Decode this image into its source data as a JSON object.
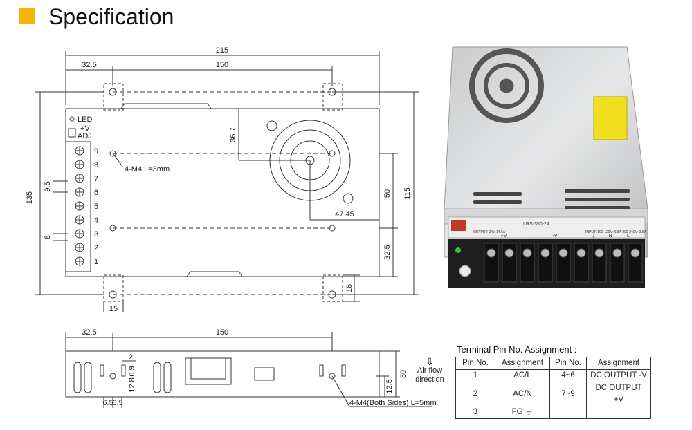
{
  "header": {
    "title": "Specification",
    "accent": "#f5b400"
  },
  "top_view": {
    "dims": {
      "overall_width": "215",
      "mount_offset": "32.5",
      "mount_spacing": "150",
      "height": "135",
      "fan_offset": "36.7",
      "hole_spacing_v": "50",
      "mount_spacing_v": "115",
      "fan_x": "47.45",
      "bottom_offset": "32.5",
      "foot_width": "15",
      "foot_depth": "16",
      "term_pitch": "9.5",
      "term_width": "8"
    },
    "labels": {
      "led": "LED",
      "vplus": "+V",
      "adj": "ADJ.",
      "screw": "4-M4 L=3mm"
    },
    "terminal_numbers": [
      "9",
      "8",
      "7",
      "6",
      "5",
      "4",
      "3",
      "2",
      "1"
    ]
  },
  "side_view": {
    "dims": {
      "mount_offset": "32.5",
      "mount_spacing": "150",
      "slot_w": "2",
      "slot_h": "6.9",
      "slot_pos": "12.8",
      "hole_a": "6.5",
      "hole_b": "6.5",
      "height": "30",
      "hole_h": "12.5"
    },
    "screw_label": "4-M4(Both Sides) L=5mm",
    "airflow_label": "Air flow direction",
    "airflow_arrow": "⇩"
  },
  "photo": {
    "model": "LRS-350-24",
    "output_text": "OUTPUT: 24V 14.6A",
    "input_text": "INPUT: 100-120V~6.8A 200-240V~3.5A",
    "terminal_labels": [
      "+V",
      "-V",
      "⏚",
      "N",
      "L"
    ],
    "label_color": "#f2e020",
    "brand_color": "#c0392b"
  },
  "pin_table": {
    "title": "Terminal Pin No. Assignment :",
    "headers": [
      "Pin No.",
      "Assignment",
      "Pin No.",
      "Assignment"
    ],
    "rows": [
      [
        "1",
        "AC/L",
        "4~6",
        "DC OUTPUT -V"
      ],
      [
        "2",
        "AC/N",
        "7~9",
        "DC OUTPUT +V"
      ],
      [
        "3",
        "FG ⏚",
        "",
        ""
      ]
    ]
  }
}
